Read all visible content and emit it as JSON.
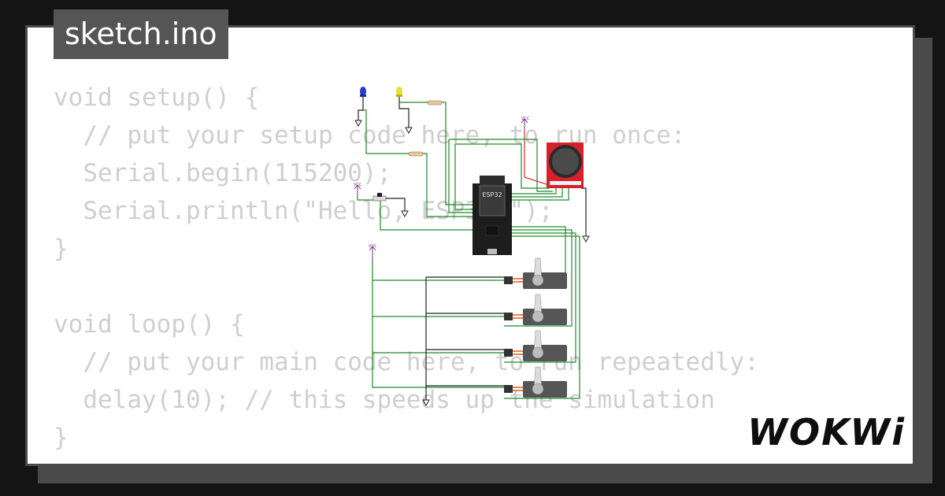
{
  "tab": {
    "title": "sketch.ino"
  },
  "code": {
    "lines": [
      "void setup() {",
      "  // put your setup code here, to run once:",
      "  Serial.begin(115200);",
      "  Serial.println(\"Hello, ESP32!\");",
      "}",
      "",
      "void loop() {",
      "  // put your main code here, to run repeatedly:",
      "  delay(10); // this speeds up the simulation",
      "}"
    ]
  },
  "diagram": {
    "board_label": "ESP32",
    "vcc_label": "VCC",
    "led_colors": {
      "blue": "#2a3bd4",
      "yellow": "#e8e02a"
    },
    "joystick_color": "#d8202a"
  },
  "brand": {
    "logo": "WOKWi"
  },
  "colors": {
    "background": "#141414",
    "card": "#ffffff",
    "border": "#4a4a4a",
    "code": "#cfcfcf",
    "wire": "#1f8a2b"
  }
}
